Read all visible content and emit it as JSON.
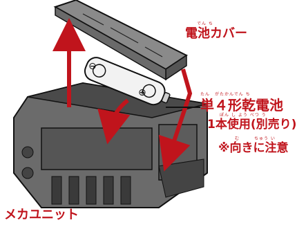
{
  "labels": {
    "cover": "電池カバー",
    "cover_ruby": "でん ち",
    "battery_line1": "単４形乾電池",
    "battery_line1_ruby": "たん　がたかんでん ち",
    "battery_line2": "1本使用(別売り)",
    "battery_line2_ruby": "ぽん し よう べつ う",
    "note": "※向きに注意",
    "note_ruby": "む　　　ちゅう い",
    "unit": "メカユニット"
  },
  "battery": {
    "negative_symbol": "⊖",
    "positive_symbol": "⊕"
  },
  "colors": {
    "accent_red": "#c0141c",
    "line": "#111111",
    "body_fill": "#6b6b6b",
    "body_dark": "#3a3a3a",
    "cover_fill": "#8a8a8a",
    "battery_fill": "#f2f2f2"
  },
  "icons": [
    "arrow-up-icon",
    "arrow-down-icon",
    "insert-arrow-icon"
  ]
}
